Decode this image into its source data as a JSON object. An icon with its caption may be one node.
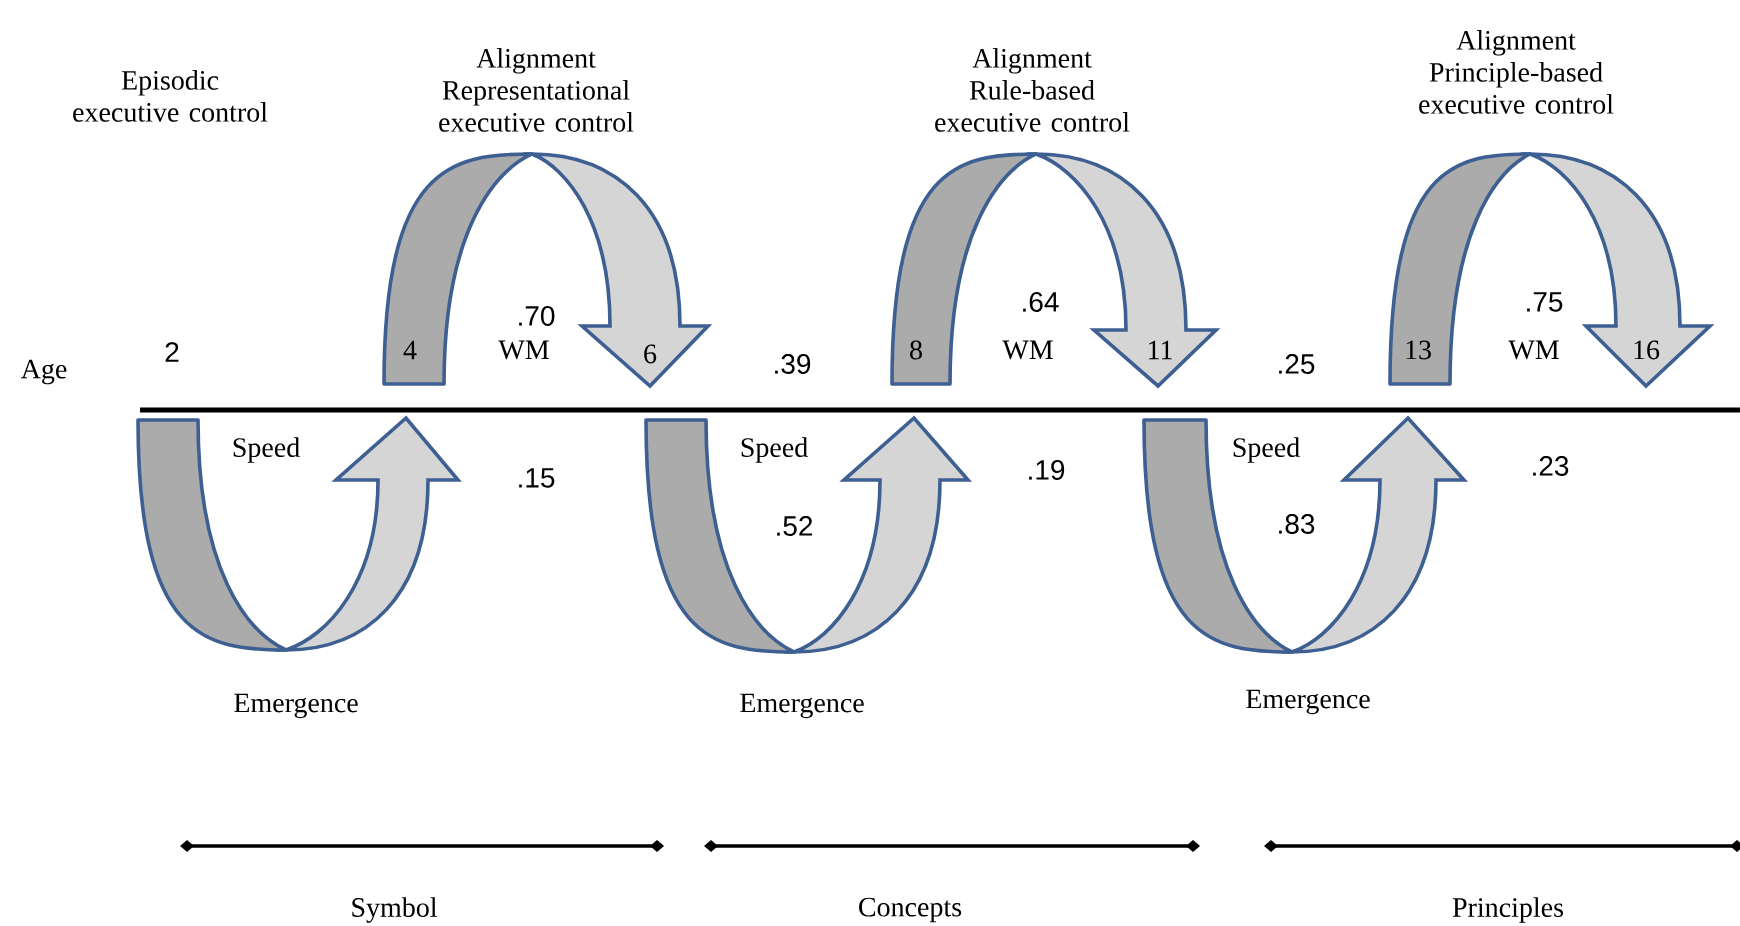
{
  "diagram": {
    "labels": [
      "Episodic executive control",
      "Alignment Representational executive control",
      "Alignment Rule-based executive control",
      "Alignment Principle-based executive control",
      ".70",
      ".64",
      ".75",
      "Age",
      "2",
      "4",
      "WM",
      "6",
      ".39",
      "8",
      "WM",
      "11",
      ".25",
      "13",
      "WM",
      "16",
      "Speed",
      ".15",
      "Speed",
      ".19",
      "Speed",
      ".23",
      ".52",
      ".83",
      "Emergence",
      "Emergence",
      "Emergence",
      "Symbol",
      "Concepts",
      "Principles"
    ]
  }
}
